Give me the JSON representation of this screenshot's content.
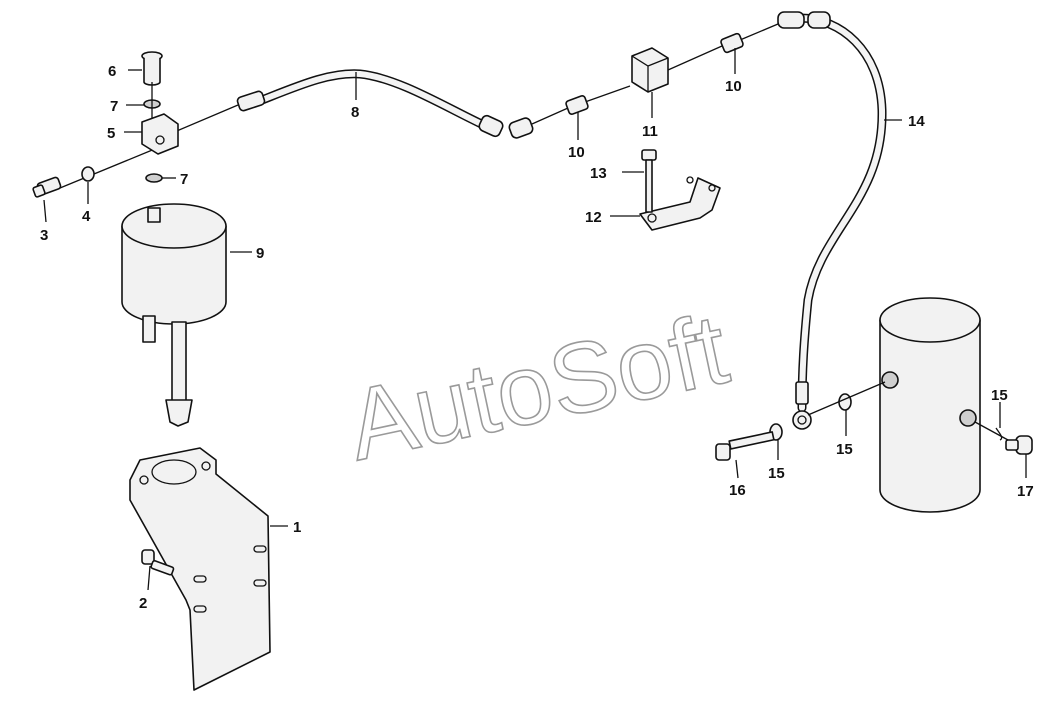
{
  "watermark": "AutoSoft",
  "callouts": [
    {
      "id": "c1",
      "text": "1"
    },
    {
      "id": "c2",
      "text": "2"
    },
    {
      "id": "c3",
      "text": "3"
    },
    {
      "id": "c4",
      "text": "4"
    },
    {
      "id": "c5",
      "text": "5"
    },
    {
      "id": "c6",
      "text": "6"
    },
    {
      "id": "c7a",
      "text": "7"
    },
    {
      "id": "c7b",
      "text": "7"
    },
    {
      "id": "c8",
      "text": "8"
    },
    {
      "id": "c9",
      "text": "9"
    },
    {
      "id": "c10a",
      "text": "10"
    },
    {
      "id": "c10b",
      "text": "10"
    },
    {
      "id": "c11",
      "text": "11"
    },
    {
      "id": "c12",
      "text": "12"
    },
    {
      "id": "c13",
      "text": "13"
    },
    {
      "id": "c14",
      "text": "14"
    },
    {
      "id": "c15a",
      "text": "15"
    },
    {
      "id": "c15b",
      "text": "15"
    },
    {
      "id": "c15c",
      "text": "15"
    },
    {
      "id": "c16",
      "text": "16"
    },
    {
      "id": "c17",
      "text": "17"
    }
  ]
}
